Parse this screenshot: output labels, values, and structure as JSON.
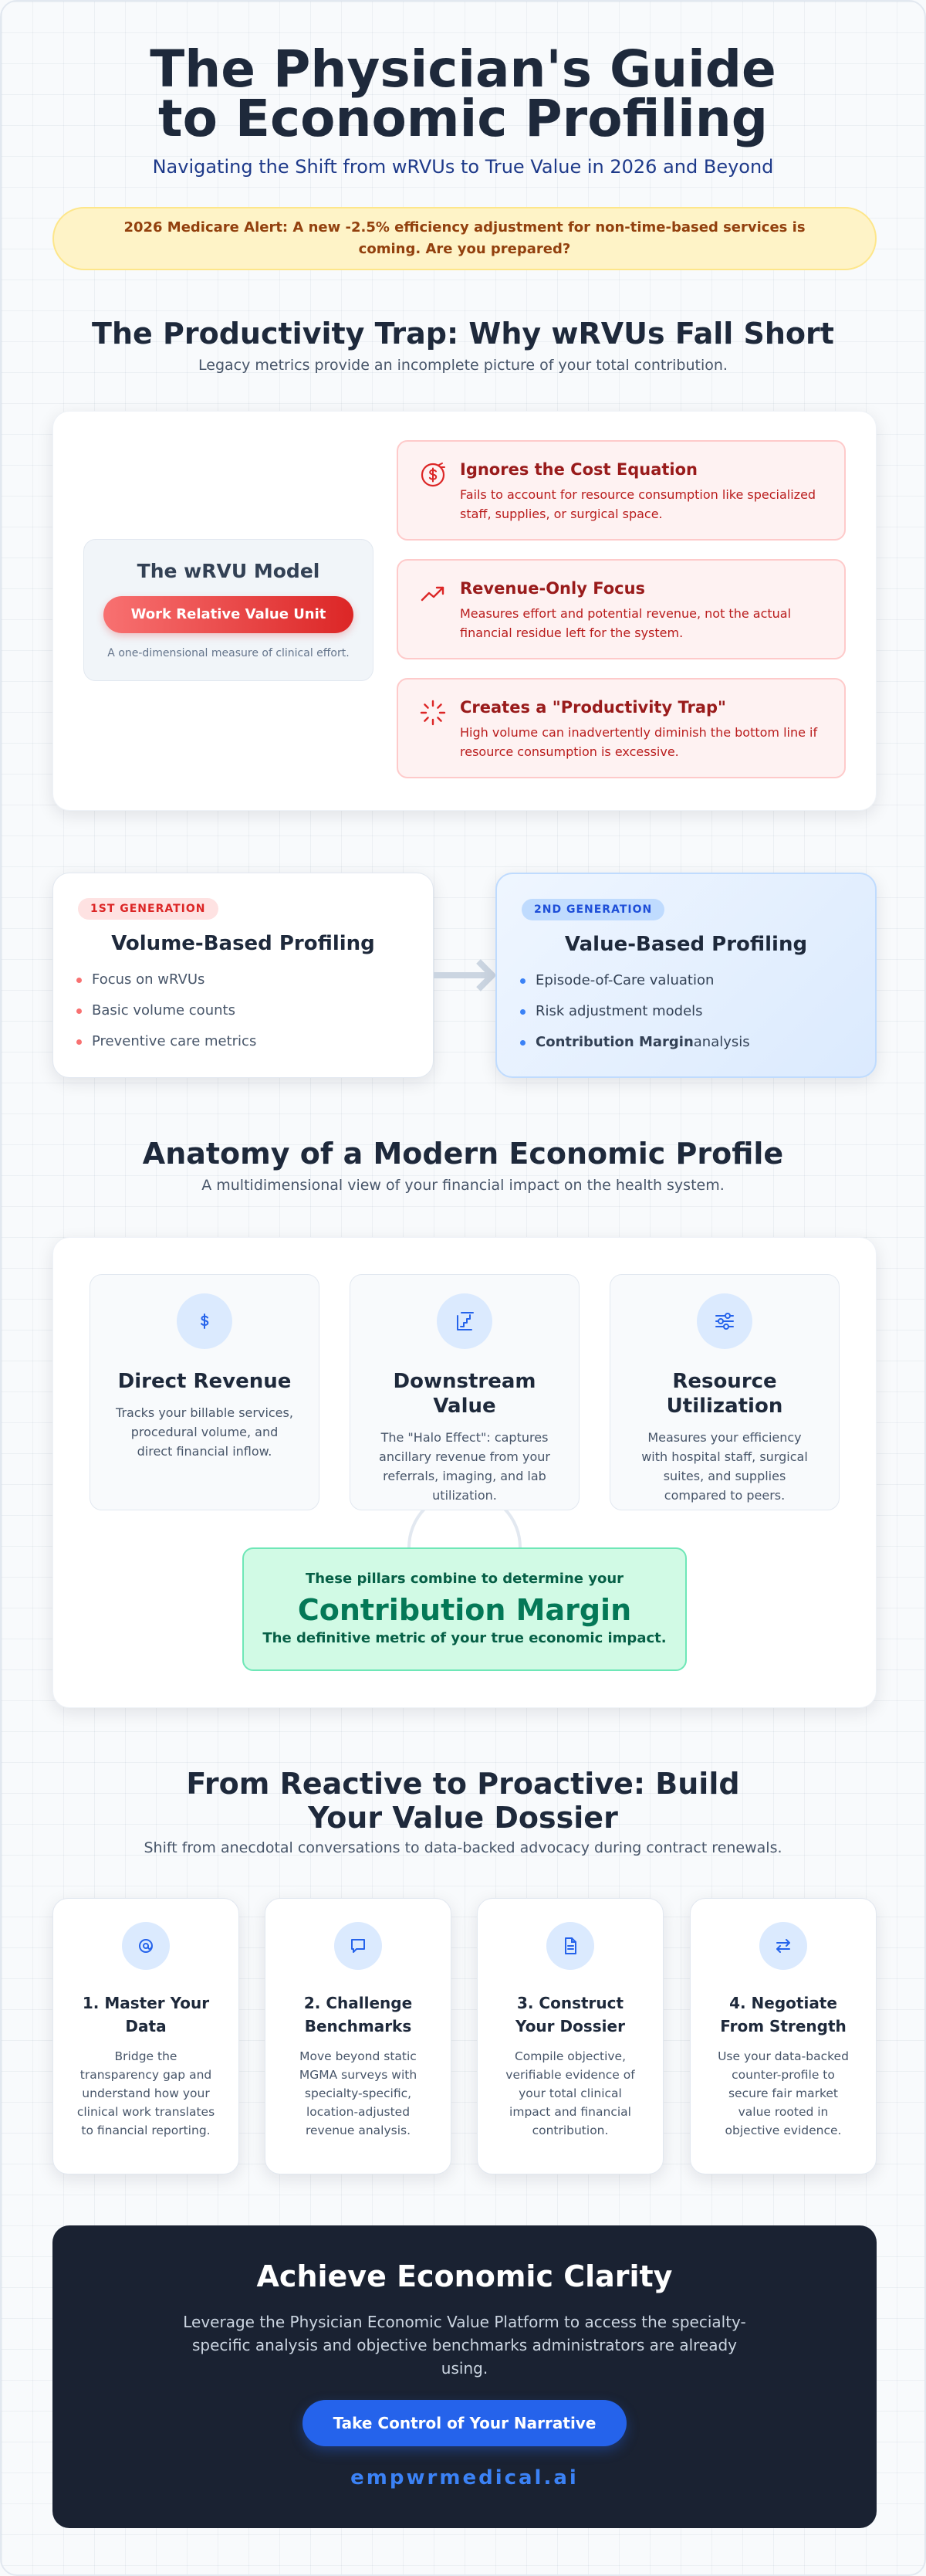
{
  "hero": {
    "title": "The Physician's Guide to Economic Profiling",
    "subtitle": "Navigating the Shift from wRVUs to True Value in 2026 and Beyond",
    "alert": "2026 Medicare Alert: A new -2.5% efficiency adjustment for non-time-based services is coming. Are you prepared?"
  },
  "trap": {
    "title": "The Productivity Trap: Why wRVUs Fall Short",
    "subtitle": "Legacy metrics provide an incomplete picture of your total contribution.",
    "model": {
      "title": "The wRVU Model",
      "pill": "Work Relative Value Unit",
      "note": "A one-dimensional measure of clinical effort."
    },
    "issues": [
      {
        "icon": "dollar-circle-icon",
        "title": "Ignores the Cost Equation",
        "desc": "Fails to account for resource consumption like specialized staff, supplies, or surgical space."
      },
      {
        "icon": "trend-up-icon",
        "title": "Revenue-Only Focus",
        "desc": "Measures effort and potential revenue, not the actual financial residue left for the system."
      },
      {
        "icon": "loader-icon",
        "title": "Creates a \"Productivity Trap\"",
        "desc": "High volume can inadvertently diminish the bottom line if resource consumption is excessive."
      }
    ]
  },
  "generations": {
    "first": {
      "badge": "1ST GENERATION",
      "title": "Volume-Based Profiling",
      "items": [
        "Focus on wRVUs",
        "Basic volume counts",
        "Preventive care metrics"
      ]
    },
    "second": {
      "badge": "2ND GENERATION",
      "title": "Value-Based Profiling",
      "items": [
        "Episode-of-Care valuation",
        "Risk adjustment models"
      ],
      "last_bold": "Contribution Margin",
      "last_rest": "analysis"
    }
  },
  "anatomy": {
    "title": "Anatomy of a Modern Economic Profile",
    "subtitle": "A multidimensional view of your financial impact on the health system.",
    "pillars": [
      {
        "icon": "dollar-icon",
        "title": "Direct Revenue",
        "desc": "Tracks your billable services, procedural volume, and direct financial inflow."
      },
      {
        "icon": "chart-stairs-icon",
        "title": "Downstream Value",
        "desc": "The \"Halo Effect\": captures ancillary revenue from your referrals, imaging, and lab utilization."
      },
      {
        "icon": "sliders-icon",
        "title": "Resource Utilization",
        "desc": "Measures your efficiency with hospital staff, surgical suites, and supplies compared to peers."
      }
    ],
    "margin": {
      "pre": "These pillars combine to determine your",
      "main": "Contribution Margin",
      "post": "The definitive metric of your true economic impact."
    }
  },
  "dossier": {
    "title": "From Reactive to Proactive: Build Your Value Dossier",
    "subtitle": "Shift from anecdotal conversations to data-backed advocacy during contract renewals.",
    "steps": [
      {
        "icon": "search-icon",
        "title": "1. Master Your Data",
        "desc": "Bridge the transparency gap and understand how your clinical work translates to financial reporting."
      },
      {
        "icon": "chat-icon",
        "title": "2. Challenge Benchmarks",
        "desc": "Move beyond static MGMA surveys with specialty-specific, location-adjusted revenue analysis."
      },
      {
        "icon": "document-icon",
        "title": "3. Construct Your Dossier",
        "desc": "Compile objective, verifiable evidence of your total clinical impact and financial contribution."
      },
      {
        "icon": "swap-icon",
        "title": "4. Negotiate From Strength",
        "desc": "Use your data-backed counter-profile to secure fair market value rooted in objective evidence."
      }
    ]
  },
  "cta": {
    "title": "Achieve Economic Clarity",
    "text": "Leverage the Physician Economic Value Platform to access the specialty-specific analysis and objective benchmarks administrators are already using.",
    "button": "Take Control of Your Narrative",
    "domain": "empwrmedical.ai"
  },
  "colors": {
    "navy": "#1e293b",
    "blue": "#2563eb",
    "red": "#dc2626",
    "green": "#047857",
    "alert_bg": "#fef3c7",
    "cta_bg": "#1a2232"
  }
}
